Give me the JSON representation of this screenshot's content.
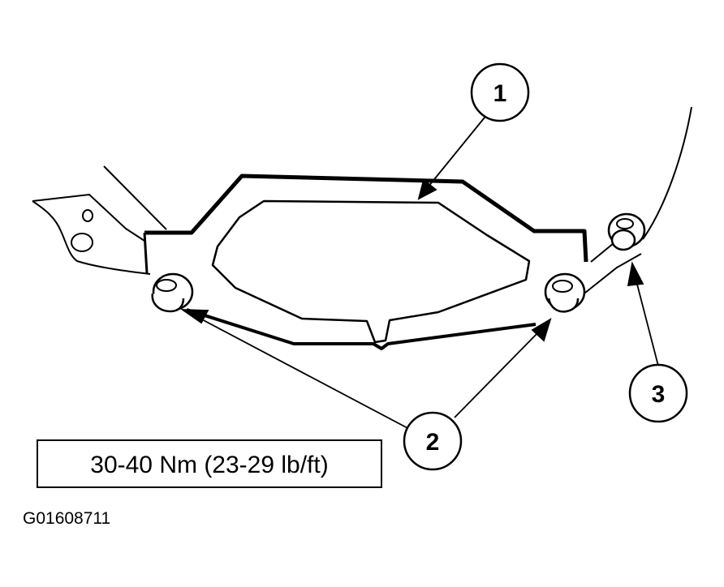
{
  "callouts": [
    {
      "label": "1"
    },
    {
      "label": "2"
    },
    {
      "label": "3"
    }
  ],
  "torque_spec": "30-40 Nm (23-29 lb/ft)",
  "figure_id": "G01608711"
}
